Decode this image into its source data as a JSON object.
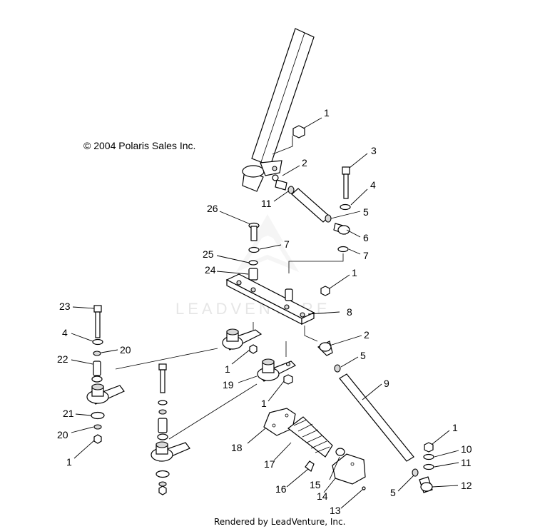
{
  "copyright": "© 2004 Polaris Sales Inc.",
  "watermark": "LEADVENTURE",
  "footer": "Rendered by LeadVenture, Inc.",
  "callouts": [
    {
      "id": "c1a",
      "text": "1"
    },
    {
      "id": "c3",
      "text": "3"
    },
    {
      "id": "c2a",
      "text": "2"
    },
    {
      "id": "c4a",
      "text": "4"
    },
    {
      "id": "c11a",
      "text": "11"
    },
    {
      "id": "c5a",
      "text": "5"
    },
    {
      "id": "c26",
      "text": "26"
    },
    {
      "id": "c6",
      "text": "6"
    },
    {
      "id": "c7a",
      "text": "7"
    },
    {
      "id": "c7b",
      "text": "7"
    },
    {
      "id": "c25",
      "text": "25"
    },
    {
      "id": "c24",
      "text": "24"
    },
    {
      "id": "c1b",
      "text": "1"
    },
    {
      "id": "c8",
      "text": "8"
    },
    {
      "id": "c23",
      "text": "23"
    },
    {
      "id": "c2b",
      "text": "2"
    },
    {
      "id": "c4b",
      "text": "4"
    },
    {
      "id": "c20a",
      "text": "20"
    },
    {
      "id": "c5b",
      "text": "5"
    },
    {
      "id": "c22",
      "text": "22"
    },
    {
      "id": "c1c",
      "text": "1"
    },
    {
      "id": "c19",
      "text": "19"
    },
    {
      "id": "c9",
      "text": "9"
    },
    {
      "id": "c1d",
      "text": "1"
    },
    {
      "id": "c21",
      "text": "21"
    },
    {
      "id": "c20b",
      "text": "20"
    },
    {
      "id": "c1e",
      "text": "1"
    },
    {
      "id": "c18",
      "text": "18"
    },
    {
      "id": "c1f",
      "text": "1"
    },
    {
      "id": "c10",
      "text": "10"
    },
    {
      "id": "c17",
      "text": "17"
    },
    {
      "id": "c11b",
      "text": "11"
    },
    {
      "id": "c15",
      "text": "15"
    },
    {
      "id": "c16",
      "text": "16"
    },
    {
      "id": "c14",
      "text": "14"
    },
    {
      "id": "c5c",
      "text": "5"
    },
    {
      "id": "c12",
      "text": "12"
    },
    {
      "id": "c13",
      "text": "13"
    }
  ]
}
